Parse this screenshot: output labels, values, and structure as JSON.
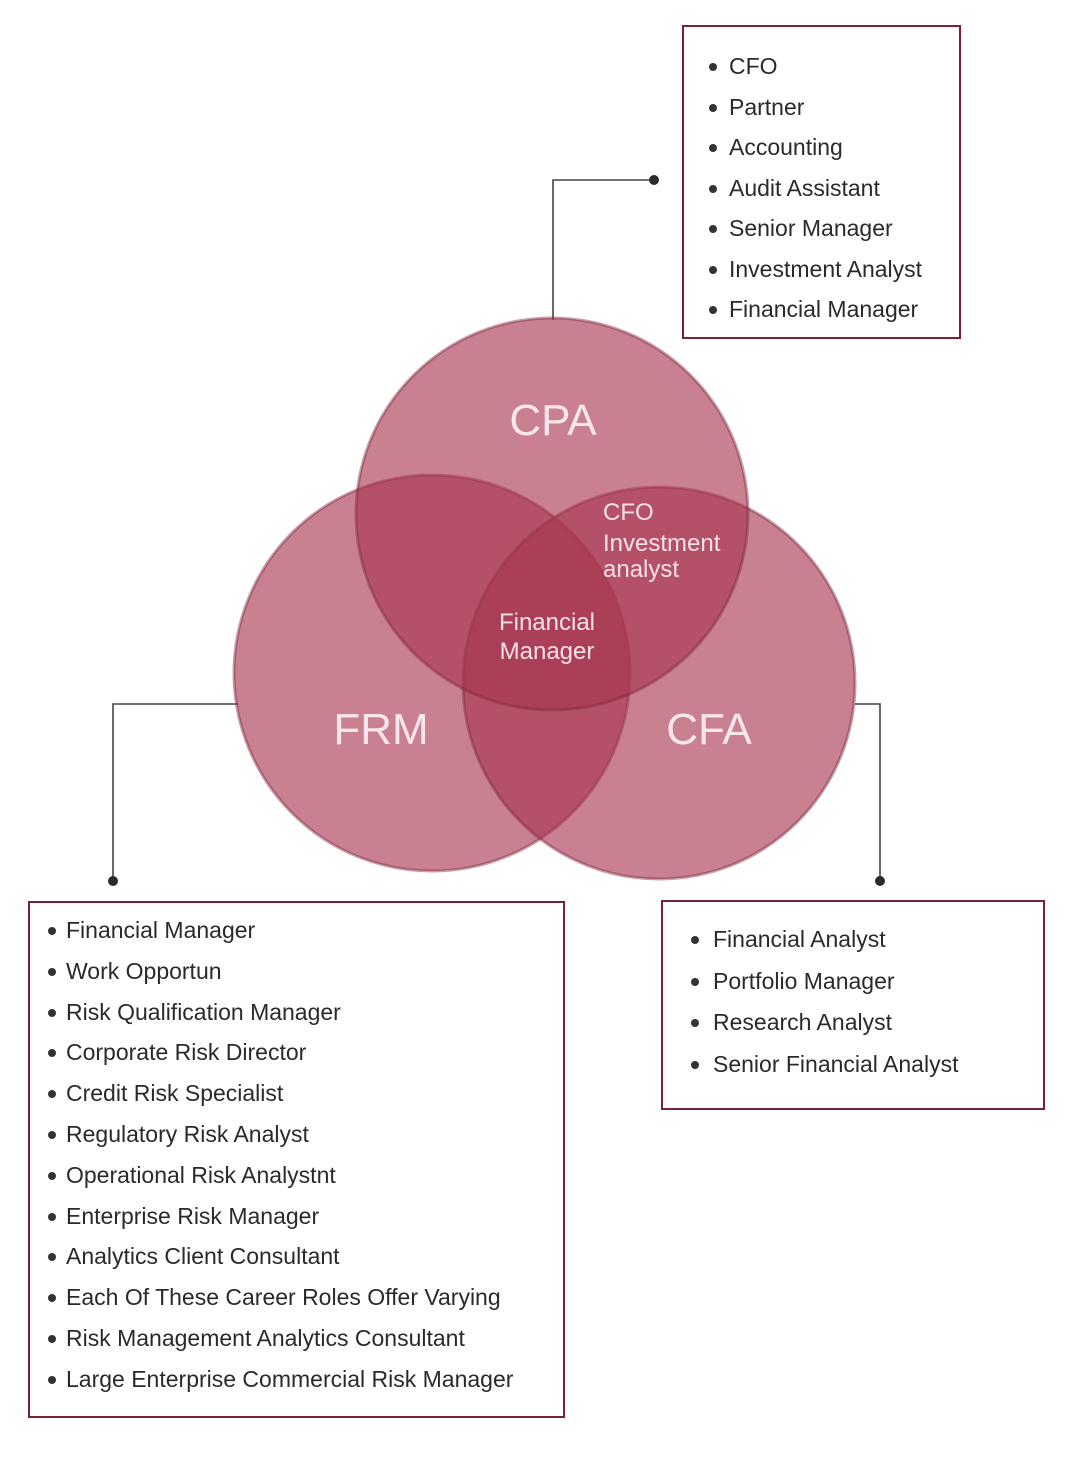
{
  "circles": {
    "cpa": "CPA",
    "frm": "FRM",
    "cfa": "CFA"
  },
  "overlaps": {
    "cpa_cfa": [
      "CFO",
      "Investment",
      "analyst"
    ],
    "center": [
      "Financial",
      "Manager"
    ]
  },
  "lists": {
    "cpa": [
      "CFO",
      "Partner",
      "Accounting",
      "Audit Assistant",
      "Senior Manager",
      "Investment Analyst",
      "Financial Manager"
    ],
    "frm": [
      "Financial Manager",
      "Work Opportun",
      "Risk Qualification Manager",
      "Corporate Risk Director",
      "Credit Risk Specialist",
      "Regulatory Risk Analyst",
      "Operational Risk Analystnt",
      "Enterprise Risk Manager",
      "Analytics Client Consultant",
      "Each Of These Career Roles Offer Varying",
      "Risk Management Analytics Consultant",
      "Large Enterprise Commercial Risk Manager"
    ],
    "cfa": [
      "Financial Analyst",
      "Portfolio Manager",
      "Research Analyst",
      "Senior Financial Analyst"
    ]
  },
  "colors": {
    "circle_fill": "#a8334f",
    "circle_edge": "#7e2a3c",
    "box_border": "#7a2030",
    "connector": "#444444"
  }
}
